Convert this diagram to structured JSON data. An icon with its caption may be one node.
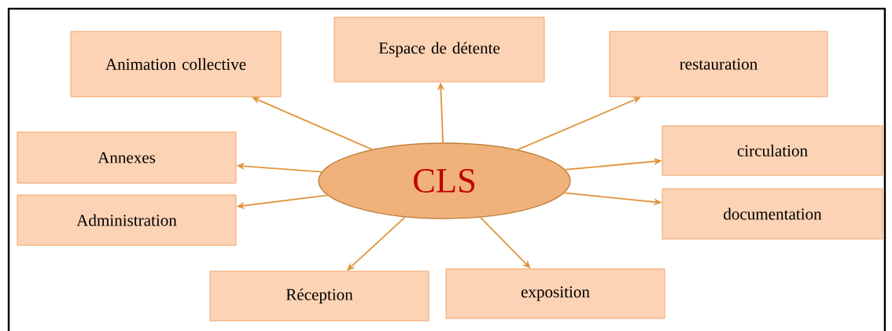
{
  "diagram": {
    "nodes": [
      {
        "text": [
          "CLS"
        ]
      },
      {
        "text": [
          "Animation collective"
        ]
      },
      {
        "text": [
          "Espace de détente"
        ]
      },
      {
        "text": [
          "restauration"
        ]
      },
      {
        "text": [
          "Annexes"
        ]
      },
      {
        "text": [
          "Administration"
        ]
      },
      {
        "text": [
          "circulation"
        ]
      },
      {
        "text": [
          "documentation"
        ]
      },
      {
        "text": [
          "Réception"
        ]
      },
      {
        "text": [
          "exposition"
        ]
      }
    ],
    "edges": [
      {
        "from": 0,
        "to": 1,
        "arrow": "to"
      },
      {
        "from": 0,
        "to": 2,
        "arrow": "to"
      },
      {
        "from": 0,
        "to": 3,
        "arrow": "to"
      },
      {
        "from": 0,
        "to": 4,
        "arrow": "to"
      },
      {
        "from": 0,
        "to": 5,
        "arrow": "to"
      },
      {
        "from": 0,
        "to": 6,
        "arrow": "to"
      },
      {
        "from": 0,
        "to": 7,
        "arrow": "to"
      },
      {
        "from": 0,
        "to": 8,
        "arrow": "to"
      },
      {
        "from": 0,
        "to": 9,
        "arrow": "to"
      }
    ]
  }
}
